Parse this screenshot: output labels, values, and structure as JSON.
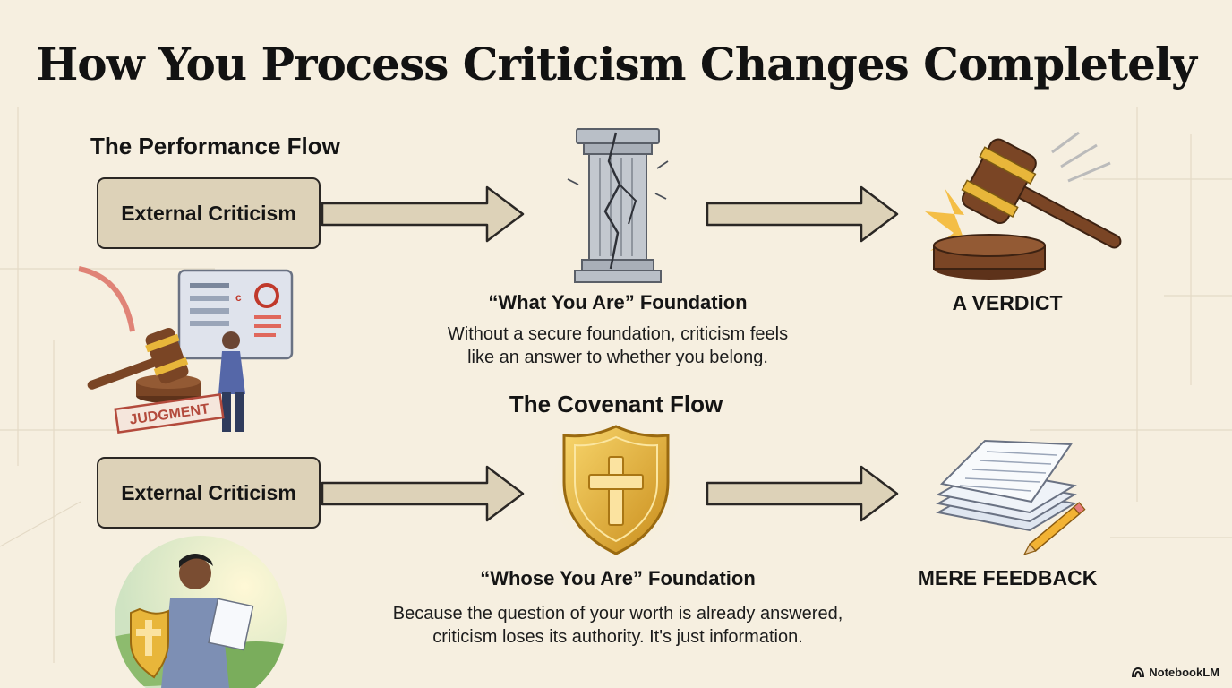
{
  "title": "How You Process Criticism Changes Completely",
  "performance": {
    "heading": "The Performance Flow",
    "input_box": "External Criticism",
    "foundation_label": "“What You Are” Foundation",
    "description_line1": "Without a secure foundation, criticism feels",
    "description_line2": "like an answer to whether you belong.",
    "outcome": "A VERDICT",
    "stamp_text": "JUDGMENT"
  },
  "covenant": {
    "heading": "The Covenant Flow",
    "input_box": "External Criticism",
    "foundation_label": "“Whose You Are” Foundation",
    "description_line1": "Because the question of your worth is already answered,",
    "description_line2": "criticism loses its authority. It's just information.",
    "outcome": "MERE FEEDBACK"
  },
  "branding": {
    "name": "NotebookLM",
    "icon": "notebooklm-logo-icon"
  },
  "colors": {
    "background": "#f6efe0",
    "box_fill": "#ddd2b8",
    "arrow_fill": "#ddd2b8",
    "gold": "#e8b63a",
    "gavel_wood": "#7a4525"
  }
}
